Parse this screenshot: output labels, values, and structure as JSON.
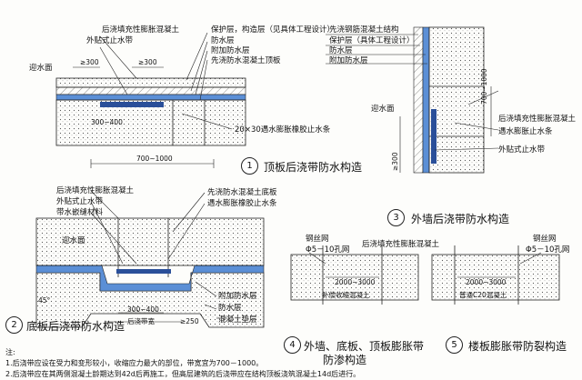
{
  "detail1": {
    "title": "顶板后浇带防水构造",
    "number": "1",
    "labels": {
      "concrete": "后浇填充性膨胀混凝土",
      "waterstop": "外贴式止水带",
      "protection": "保护层，构造层（见具体工程设计）",
      "waterproof": "防水层",
      "extra": "附加防水层",
      "pre_slab": "先浇防水混凝土顶板",
      "facing": "迎水面",
      "strip": "20×30遇水膨胀橡胶止水条",
      "dim300a": "≥300",
      "dim300b": "≥300",
      "dim300c": "300~400",
      "dim700": "700~1000"
    }
  },
  "detail2": {
    "title": "底板后浇带防水构造",
    "number": "2",
    "labels": {
      "concrete": "后浇填充性膨胀混凝土",
      "waterstop": "外贴式止水带",
      "sealant": "带水嵌缝材料",
      "pre_slab": "先浇防水混凝土底板",
      "strip": "遇水膨胀橡胶止水条",
      "extra": "附加防水层",
      "waterproof": "防水层",
      "cushion": "混凝土垫层",
      "facing": "迎水面",
      "angle": "45°",
      "trench": "后浇带宽",
      "dim1": "300~400",
      "dim2": "≥250"
    }
  },
  "detail3": {
    "title": "外墙后浇带防水构造",
    "number": "3",
    "labels": {
      "structure": "先浇钢筋混凝土结构",
      "protection": "保护层（具体工程设计）",
      "waterproof": "防水层",
      "extra": "附加防水层",
      "facing": "迎水面",
      "concrete": "后浇填充性膨胀混凝土",
      "strip": "遇水膨胀止水条",
      "waterstop": "外贴式止水带",
      "dim_a": "700~1000",
      "dim_b": "≥300"
    }
  },
  "detail4": {
    "title_line1": "外墙、底板、顶板膨胀带",
    "title_line2": "防渗构造",
    "number": "4",
    "labels": {
      "mesh": "钢丝网",
      "mesh_spec": "Φ5－10孔网",
      "concrete": "后浇填充性膨胀混凝土",
      "dim": "2000~3000",
      "bottom": "补偿收缩混凝土"
    }
  },
  "detail5": {
    "title": "楼板膨胀带防裂构造",
    "number": "5",
    "labels": {
      "mesh": "钢丝网",
      "mesh_spec": "Φ5－10孔网",
      "dim": "2000~3000",
      "bottom": "普通C20混凝土"
    }
  },
  "notes": {
    "heading": "注:",
    "line1": "1.后浇带应设在受力和变形较小，收缩应力最大的部位，带宽宜为700－1000。",
    "line2": "2.后浇带应在其两侧混凝土龄期达到42d后再施工，但高层建筑的后浇带应在结构顶板浇筑混凝土14d后进行。"
  }
}
